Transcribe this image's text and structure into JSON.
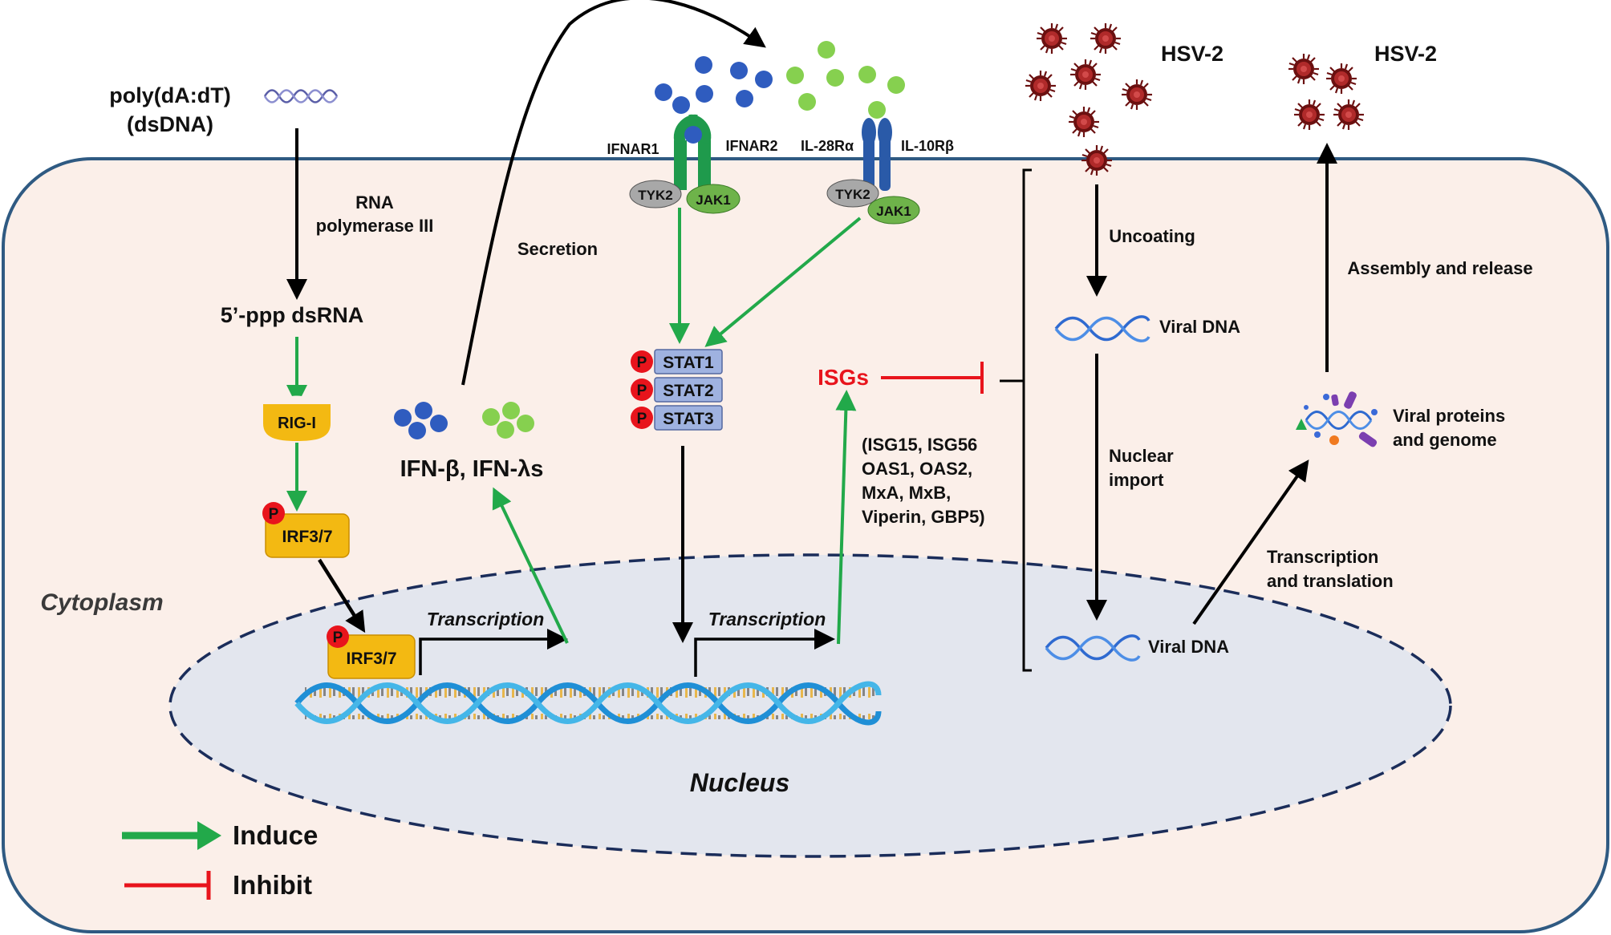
{
  "stimulus": {
    "line1": "poly(dA:dT)",
    "line2": "(dsDNA)"
  },
  "enzyme": {
    "line1": "RNA",
    "line2": "polymerase III"
  },
  "intermediate": "5’-ppp dsRNA",
  "sensor": "RIG-I",
  "phospho": "P",
  "irf": "IRF3/7",
  "secretion": "Secretion",
  "ifn": "IFN-β, IFN-λs",
  "receptors": {
    "ifnar1": "IFNAR1",
    "ifnar2": "IFNAR2",
    "il28": "IL-28Rα",
    "il10": "IL-10Rβ"
  },
  "kinases": {
    "tyk2": "TYK2",
    "jak1": "JAK1"
  },
  "stats": [
    "STAT1",
    "STAT2",
    "STAT3"
  ],
  "transcription": "Transcription",
  "isgs": "ISGs",
  "isg_list": [
    "(ISG15, ISG56",
    "OAS1, OAS2,",
    "MxA, MxB,",
    "Viperin, GBP5)"
  ],
  "virus": "HSV-2",
  "steps": {
    "uncoating": "Uncoating",
    "viral_dna": "Viral DNA",
    "nuclear_import": [
      "Nuclear",
      "import"
    ],
    "trans_transl": [
      "Transcription",
      "and translation"
    ],
    "viral_proteins": [
      "Viral proteins",
      "and genome"
    ],
    "assembly": "Assembly and release"
  },
  "compartments": {
    "cytoplasm": "Cytoplasm",
    "nucleus": "Nucleus"
  },
  "legend": {
    "induce": "Induce",
    "inhibit": "Inhibit"
  },
  "colors": {
    "induce": "#22a94a",
    "inhibit": "#e8141c",
    "cell_fill": "#fbefe9",
    "cell_stroke": "#2f5a82",
    "nucleus_fill": "#e3e6ee",
    "ifn_beta": "#2f5cbf",
    "ifn_lambda": "#86d04f",
    "irf_box": "#f3b912",
    "stat_box": "#9fb2e0",
    "receptor_green": "#1f9a4c",
    "receptor_blue": "#2a5aa8",
    "virus": "#8c1a1a"
  }
}
